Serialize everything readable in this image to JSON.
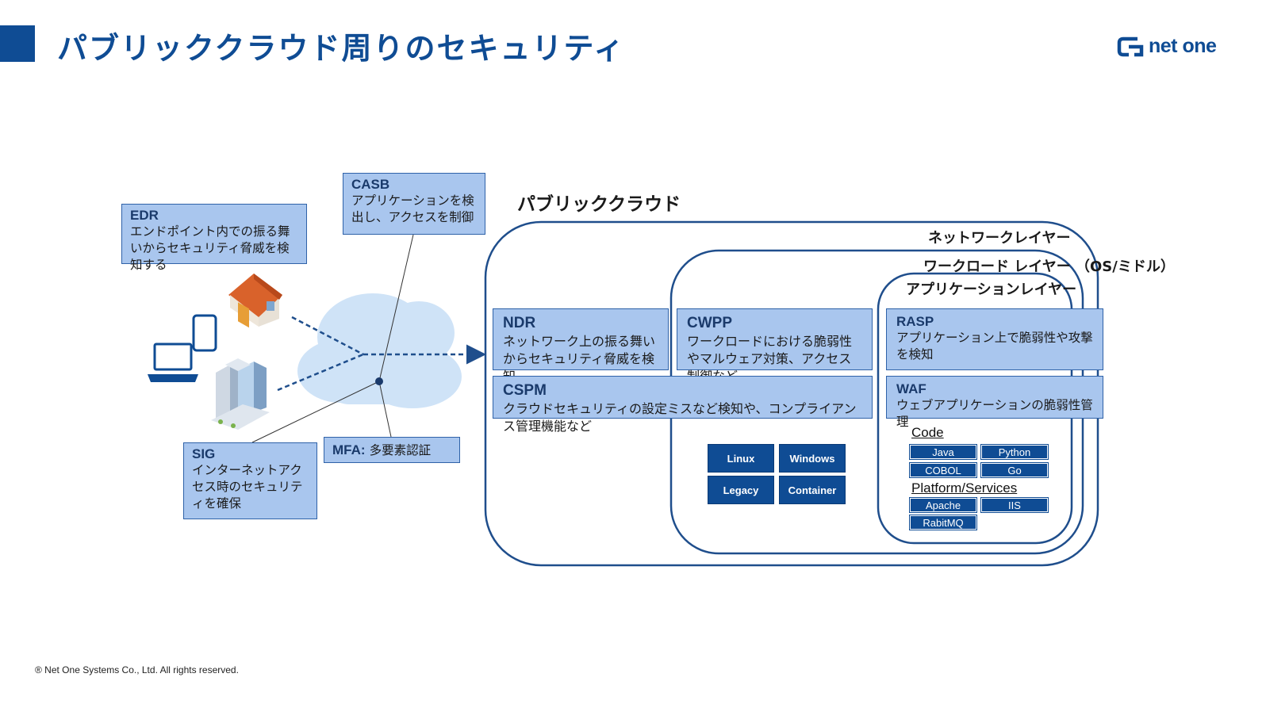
{
  "header": {
    "title": "パブリッククラウド周りのセキュリティ",
    "logo_text": "net one"
  },
  "footer": {
    "copyright": "® Net One Systems Co., Ltd. All rights reserved."
  },
  "colors": {
    "brand": "#0f4c94",
    "box_fill": "#a9c6ee",
    "cloud": "#cfe3f7"
  },
  "left_boxes": {
    "edr": {
      "head": "EDR",
      "text": "エンドポイント内での振る舞いからセキュリティ脅威を検知する"
    },
    "casb": {
      "head": "CASB",
      "text": "アプリケーションを検出し、アクセスを制御"
    },
    "sig": {
      "head": "SIG",
      "text": "インターネットアクセス時のセキュリティを確保"
    },
    "mfa": {
      "head": "MFA:",
      "text": "多要素認証"
    }
  },
  "icons": [
    "house-icon",
    "smartphone-icon",
    "laptop-icon",
    "office-building-icon",
    "cloud-icon"
  ],
  "cloud": {
    "label": "パブリッククラウド",
    "layers": {
      "network": "ネットワークレイヤー",
      "workload": "ワークロード レイヤー （OS/ミドル）",
      "application": "アプリケーションレイヤー"
    },
    "ndr": {
      "head": "NDR",
      "text": "ネットワーク上の振る舞いからセキュリティ脅威を検知"
    },
    "cwpp": {
      "head": "CWPP",
      "text": "ワークロードにおける脆弱性やマルウェア対策、アクセス制御など"
    },
    "cspm": {
      "head": "CSPM",
      "text": "クラウドセキュリティの設定ミスなど検知や、コンプライアンス管理機能など"
    },
    "rasp": {
      "head": "RASP",
      "text": "アプリケーション上で脆弱性や攻撃を検知"
    },
    "waf": {
      "head": "WAF",
      "text": "ウェブアプリケーションの脆弱性管理"
    },
    "os_items": [
      "Linux",
      "Windows",
      "Legacy",
      "Container"
    ],
    "code_label": "Code",
    "code_items": [
      "Java",
      "Python",
      "COBOL",
      "Go"
    ],
    "platform_label": "Platform/Services",
    "platform_items": [
      "Apache",
      "IIS",
      "RabitMQ"
    ]
  }
}
